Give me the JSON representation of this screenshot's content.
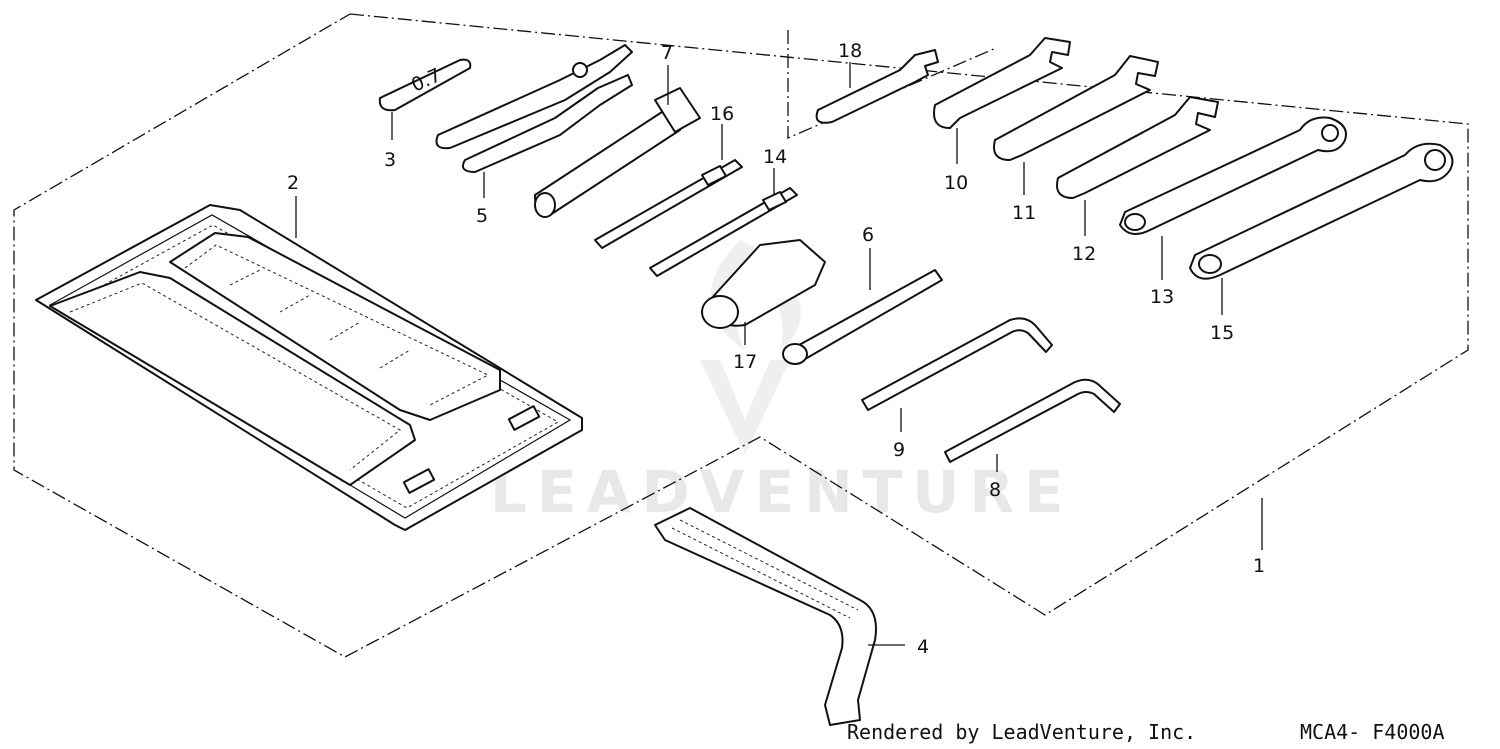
{
  "diagram": {
    "callouts": [
      {
        "id": "c1",
        "text": "1"
      },
      {
        "id": "c2",
        "text": "2"
      },
      {
        "id": "c3",
        "text": "3"
      },
      {
        "id": "c4",
        "text": "4"
      },
      {
        "id": "c5",
        "text": "5"
      },
      {
        "id": "c6",
        "text": "6"
      },
      {
        "id": "c7",
        "text": "7"
      },
      {
        "id": "c8",
        "text": "8"
      },
      {
        "id": "c9",
        "text": "9"
      },
      {
        "id": "c10",
        "text": "10"
      },
      {
        "id": "c11",
        "text": "11"
      },
      {
        "id": "c12",
        "text": "12"
      },
      {
        "id": "c13",
        "text": "13"
      },
      {
        "id": "c14",
        "text": "14"
      },
      {
        "id": "c15",
        "text": "15"
      },
      {
        "id": "c16",
        "text": "16"
      },
      {
        "id": "c17",
        "text": "17"
      },
      {
        "id": "c18",
        "text": "18"
      }
    ],
    "feeler_gauge_marking": "0.7",
    "watermark": "LEADVENTURE",
    "footer": {
      "rendered_by": "Rendered by LeadVenture, Inc.",
      "code": "MCA4- F4000A"
    }
  }
}
